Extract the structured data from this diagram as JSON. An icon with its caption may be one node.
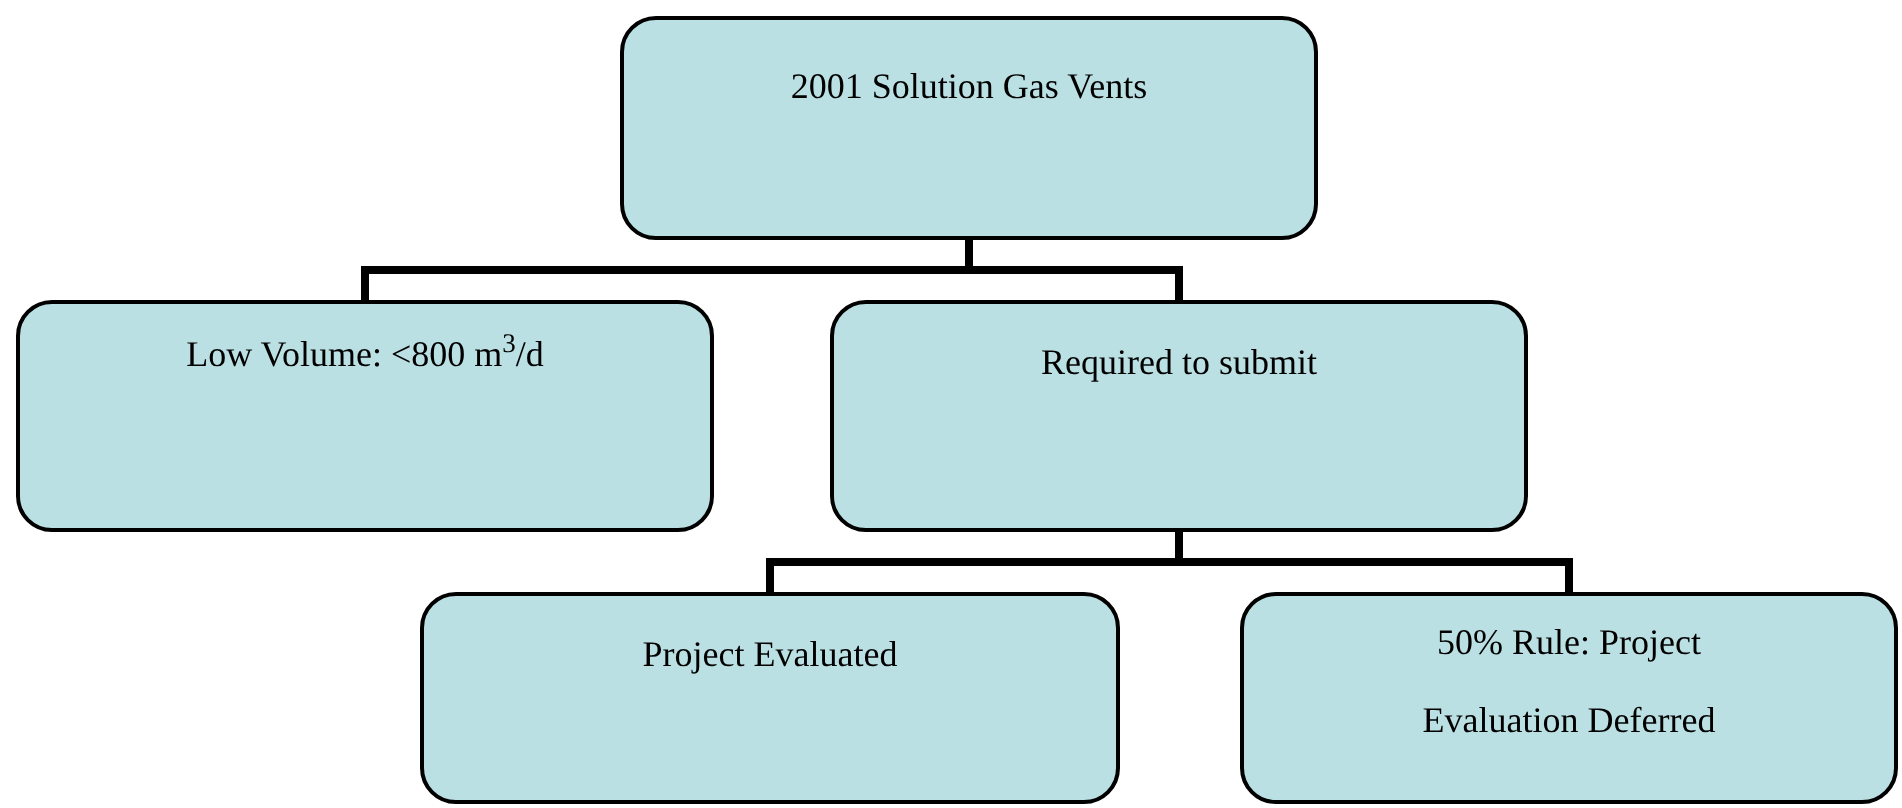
{
  "diagram": {
    "nodes": [
      {
        "text": [
          "2001 Solution Gas Vents"
        ]
      },
      {
        "text": [
          "Low Volume: <800 m$^{3}$/d"
        ]
      },
      {
        "text": [
          "Required to submit"
        ]
      },
      {
        "text": [
          "Project Evaluated"
        ]
      },
      {
        "text": [
          "50% Rule: Project Evaluation Deferred"
        ]
      }
    ],
    "edges": [
      {
        "from": 0,
        "to": 1,
        "arrow": "none"
      },
      {
        "from": 0,
        "to": 2,
        "arrow": "none"
      },
      {
        "from": 2,
        "to": 3,
        "arrow": "none"
      },
      {
        "from": 2,
        "to": 4,
        "arrow": "none"
      }
    ]
  }
}
